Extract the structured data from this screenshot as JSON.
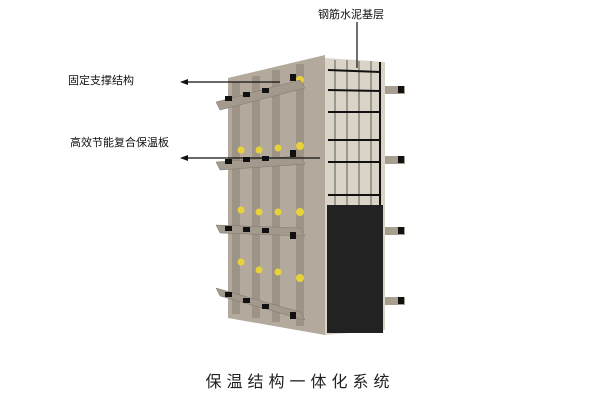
{
  "labels": {
    "rebar_base": "钢筋水泥基层",
    "support": "固定支撑结构",
    "insulation": "高效节能复合保温板"
  },
  "caption": "保温结构一体化系统",
  "colors": {
    "panel": "#b7ada0",
    "panel_dark": "#8f877c",
    "foam": "#1f1f1f",
    "rebar": "#111111",
    "bolt": "#e8d23a"
  }
}
